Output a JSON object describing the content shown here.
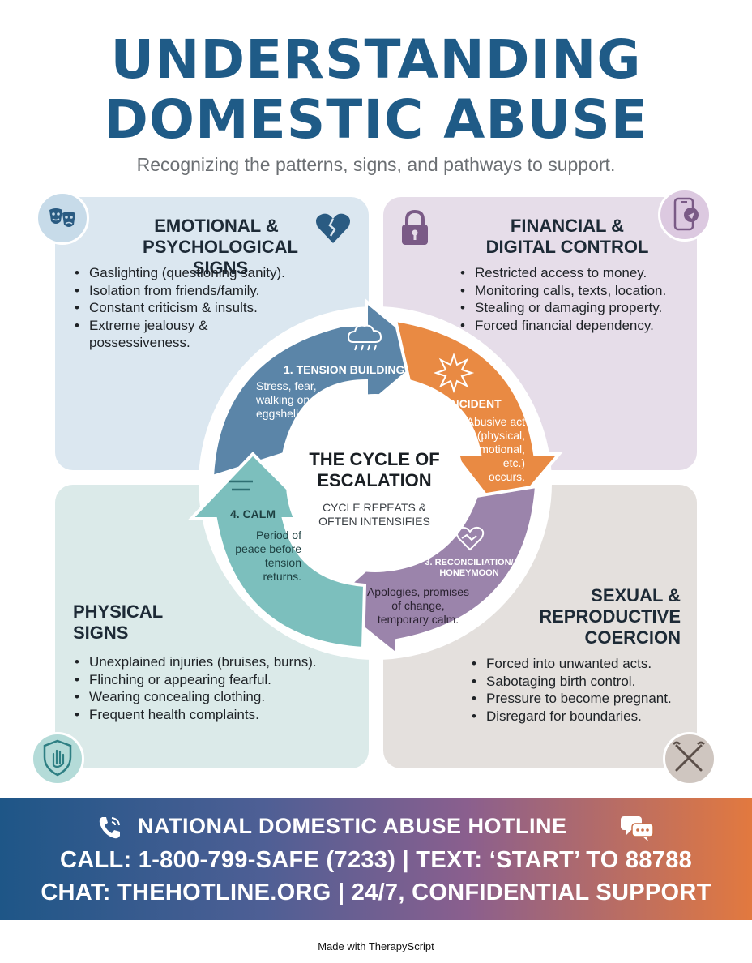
{
  "header": {
    "title_line1": "UNDERSTANDING",
    "title_line2": "DOMESTIC ABUSE",
    "subtitle": "Recognizing the patterns, signs, and pathways to support."
  },
  "panels": {
    "emotional": {
      "title_line1": "EMOTIONAL &",
      "title_line2": "PSYCHOLOGICAL SIGNS",
      "items": [
        "Gaslighting (questioning sanity).",
        "Isolation from friends/family.",
        "Constant criticism & insults.",
        "Extreme jealousy &",
        "possessiveness."
      ],
      "icon": "theater-masks-icon",
      "accent_icon": "broken-heart-icon"
    },
    "financial": {
      "title_line1": "FINANCIAL &",
      "title_line2": "DIGITAL CONTROL",
      "items": [
        "Restricted access to money.",
        "Monitoring calls, texts, location.",
        "Stealing or damaging property.",
        "Forced financial dependency."
      ],
      "icon": "phone-location-icon",
      "accent_icon": "padlock-icon"
    },
    "physical": {
      "title_line1": "PHYSICAL",
      "title_line2": "SIGNS",
      "items": [
        "Unexplained injuries (bruises, burns).",
        "Flinching or appearing fearful.",
        "Wearing concealing clothing.",
        "Frequent health complaints."
      ],
      "icon": "shield-hand-icon"
    },
    "sexual": {
      "title_line1": "SEXUAL &",
      "title_line2": "REPRODUCTIVE",
      "title_line3": "COERCION",
      "items": [
        "Forced into unwanted acts.",
        "Sabotaging birth control.",
        "Pressure to become pregnant.",
        "Disregard for boundaries."
      ],
      "icon": "crossed-hands-icon"
    }
  },
  "cycle": {
    "center_title_line1": "THE CYCLE OF",
    "center_title_line2": "ESCALATION",
    "center_sub_line1": "CYCLE REPEATS &",
    "center_sub_line2": "OFTEN INTENSIFIES",
    "stages": {
      "tension": {
        "label": "1. TENSION BUILDING",
        "body": [
          "Stress, fear,",
          "walking on",
          "eggshells."
        ],
        "color": "#5b85a8",
        "icon": "storm-cloud-icon"
      },
      "incident": {
        "label": "2. INCIDENT",
        "body": [
          "Abusive act",
          "(physical,",
          "emotional,",
          "etc.)",
          "occurs."
        ],
        "color": "#e98a43",
        "icon": "explosion-icon"
      },
      "reconciliation": {
        "label_line1": "3. RECONCILIATION/",
        "label_line2": "HONEYMOON",
        "body": [
          "Apologies, promises",
          "of change,",
          "temporary calm."
        ],
        "color": "#9b84ab",
        "icon": "handshake-heart-icon"
      },
      "calm": {
        "label": "4. CALM",
        "body": [
          "Period of",
          "peace before",
          "tension",
          "returns."
        ],
        "color": "#7cbfbd",
        "icon": "calm-lines-icon"
      }
    }
  },
  "hotline": {
    "title": "NATIONAL DOMESTIC ABUSE HOTLINE",
    "line1": "CALL: 1-800-799-SAFE (7233) | TEXT: ‘START’ TO 88788",
    "line2": "CHAT: THEHOTLINE.ORG | 24/7, CONFIDENTIAL SUPPORT"
  },
  "footer": "Made with TherapyScript",
  "colors": {
    "title": "#1f5b87",
    "emotional_bg": "#dbe7f0",
    "financial_bg": "#e6dde9",
    "physical_bg": "#dbeae9",
    "sexual_bg": "#e4e0dd"
  }
}
